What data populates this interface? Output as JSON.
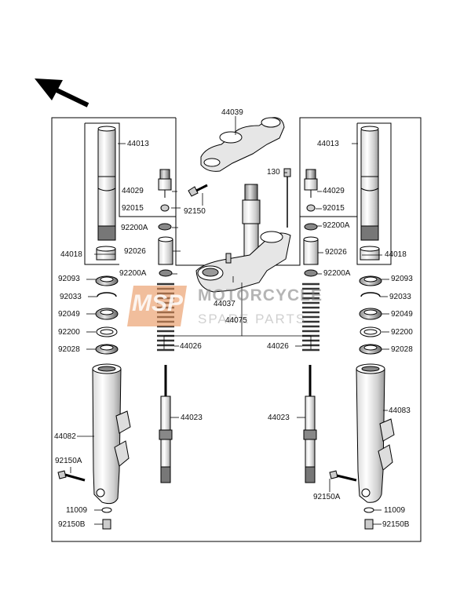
{
  "watermark": {
    "logo_text": "MSP",
    "line1": "MOTORCYCLE",
    "line2": "SPARE PARTS",
    "logo_color": "#e8925a"
  },
  "labels": {
    "p44039": "44039",
    "p130": "130",
    "p92150": "92150",
    "p44037": "44037",
    "p44075": "44075",
    "l_44013": "44013",
    "l_44029": "44029",
    "l_92015": "92015",
    "l_92200A_top": "92200A",
    "l_44018": "44018",
    "l_92026": "92026",
    "l_92093": "92093",
    "l_92200A_mid": "92200A",
    "l_92033": "92033",
    "l_92049": "92049",
    "l_92200": "92200",
    "l_92028": "92028",
    "l_44026": "44026",
    "l_44023": "44023",
    "l_44082": "44082",
    "l_92150A": "92150A",
    "l_11009": "11009",
    "l_92150B": "92150B",
    "r_44013": "44013",
    "r_44029": "44029",
    "r_92015": "92015",
    "r_92200A_top": "92200A",
    "r_44018": "44018",
    "r_92026": "92026",
    "r_92093": "92093",
    "r_92200A_mid": "92200A",
    "r_92033": "92033",
    "r_92049": "92049",
    "r_92200": "92200",
    "r_92028": "92028",
    "r_44026": "44026",
    "r_44023": "44023",
    "r_44083": "44083",
    "r_92150A": "92150A",
    "r_11009": "11009",
    "r_92150B": "92150B"
  }
}
